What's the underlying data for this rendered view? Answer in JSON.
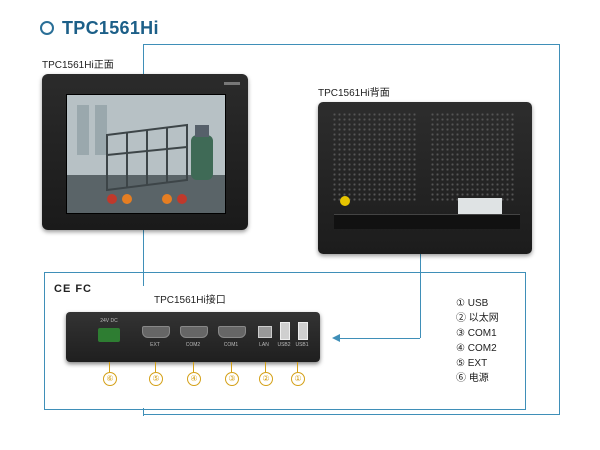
{
  "page": {
    "title": "TPC1561Hi"
  },
  "labels": {
    "front": "TPC1561Hi正面",
    "rear": "TPC1561Hi背面",
    "interface": "TPC1561Hi接口",
    "certs": "CE FC"
  },
  "ports": {
    "power": "24V DC",
    "ext": "EXT",
    "com2": "COM2",
    "com1": "COM1",
    "lan": "LAN",
    "usb2": "USB2",
    "usb1": "USB1"
  },
  "callouts": [
    "⑥",
    "⑤",
    "④",
    "③",
    "②",
    "①"
  ],
  "legend": [
    "① USB",
    "② 以太网",
    "③ COM1",
    "④ COM2",
    "⑤ EXT",
    "⑥ 电源"
  ],
  "colors": {
    "accent": "#1c5f88",
    "frame": "#3f8fb8",
    "callout": "#d4a017"
  }
}
